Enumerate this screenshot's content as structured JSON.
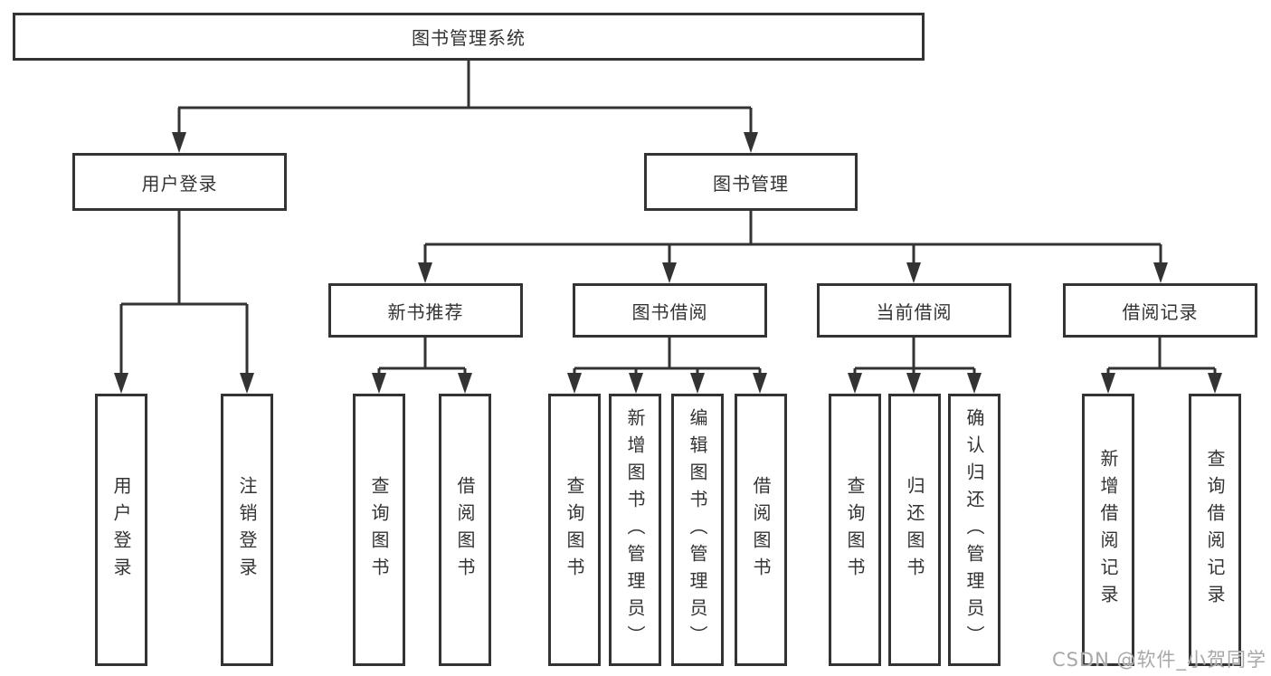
{
  "tree": {
    "root": "图书管理系统",
    "nodes": {
      "user_login": "用户登录",
      "book_management": "图书管理",
      "new_book_recommend": "新书推荐",
      "book_borrow": "图书借阅",
      "current_borrow": "当前借阅",
      "borrow_records": "借阅记录"
    },
    "leaves": {
      "login": "用户登录",
      "logout": "注销登录",
      "recommend_query": "查询图书",
      "recommend_borrow": "借阅图书",
      "borrow_query": "查询图书",
      "borrow_add": "新增图书（管理员）",
      "borrow_edit": "编辑图书（管理员）",
      "borrow_lend": "借阅图书",
      "current_query": "查询图书",
      "current_return": "归还图书",
      "current_confirm": "确认归还（管理员）",
      "records_add": "新增借阅记录",
      "records_query": "查询借阅记录"
    }
  },
  "watermark": "CSDN @软件_小贺同学",
  "colors": {
    "line": "#333333",
    "box_border": "#333333",
    "text": "#333333",
    "background": "#ffffff",
    "watermark": "#9e9e9e"
  }
}
